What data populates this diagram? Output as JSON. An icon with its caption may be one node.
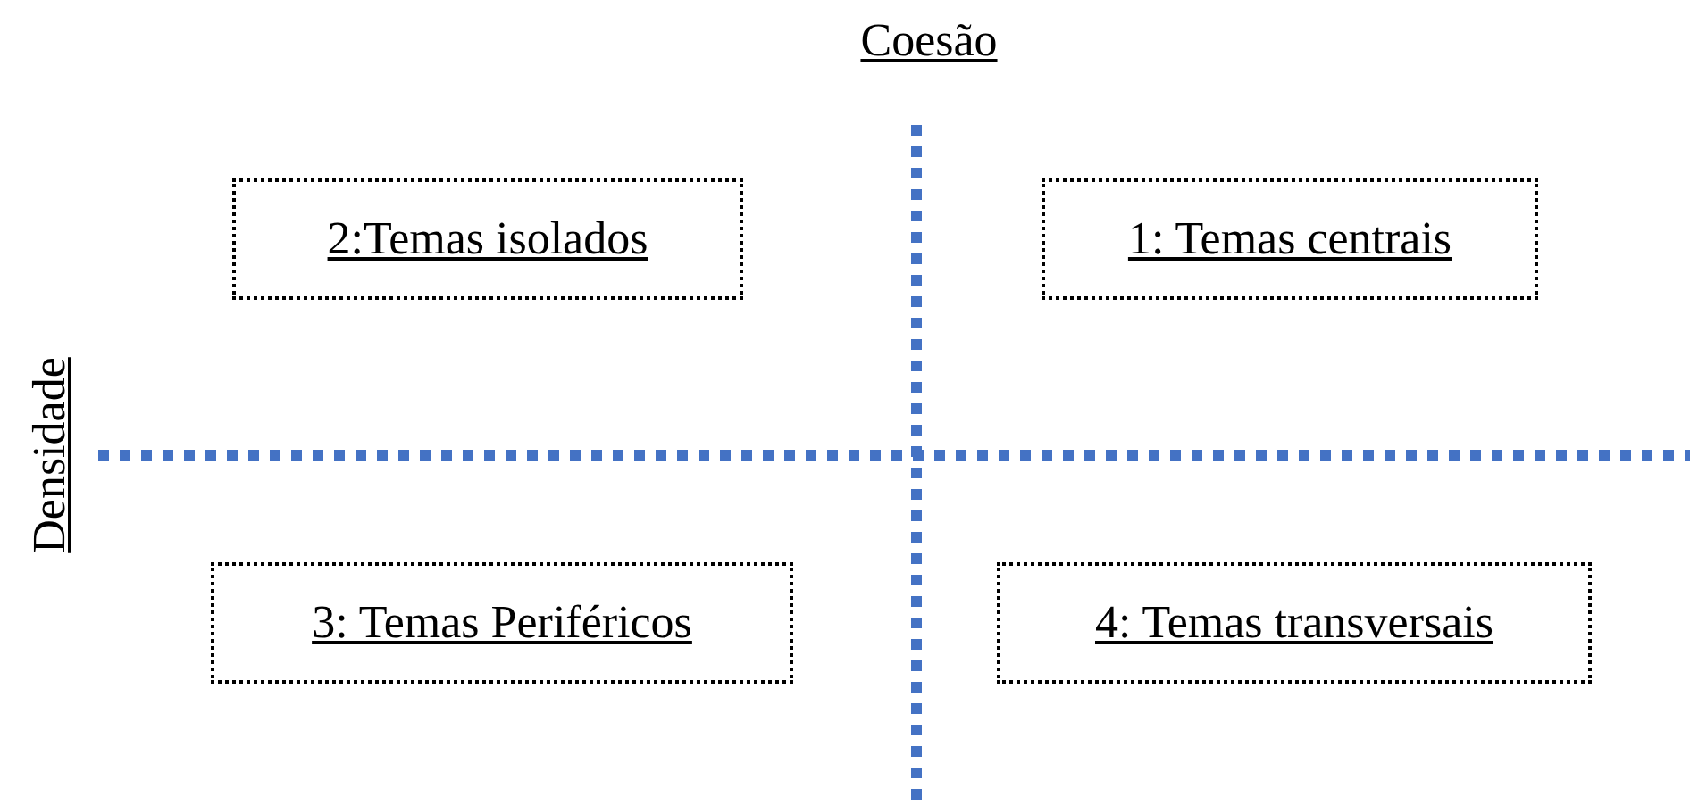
{
  "diagram": {
    "nodes": [
      {
        "text": [
          "2:Temas isolados"
        ]
      },
      {
        "text": [
          "1: Temas centrais"
        ]
      },
      {
        "text": [
          "3: Temas Periféricos"
        ]
      },
      {
        "text": [
          "4: Temas transversais"
        ]
      }
    ],
    "labels": [
      "Coesão",
      "Densidade"
    ]
  }
}
